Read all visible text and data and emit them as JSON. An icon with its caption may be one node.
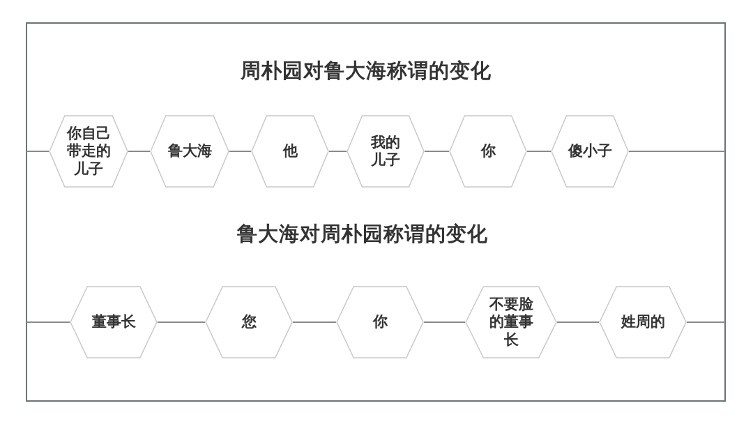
{
  "diagram": {
    "title": "周朴园对鲁大海称谓的变化",
    "nodes": [
      {
        "text": [
          "你自己带走的儿子"
        ]
      },
      {
        "text": [
          "鲁大海"
        ]
      },
      {
        "text": [
          "他"
        ]
      },
      {
        "text": [
          "我的儿子"
        ]
      },
      {
        "text": [
          "你"
        ]
      },
      {
        "text": [
          "傻小子"
        ]
      },
      {
        "text": [
          "董事长"
        ]
      },
      {
        "text": [
          "您"
        ]
      },
      {
        "text": [
          "你"
        ]
      },
      {
        "text": [
          "不要脸的董事长"
        ]
      },
      {
        "text": [
          "姓周的"
        ]
      }
    ],
    "edges": [
      {
        "from": null,
        "to": 0,
        "arrow": "none"
      },
      {
        "from": 0,
        "to": 1,
        "arrow": "none"
      },
      {
        "from": 1,
        "to": 2,
        "arrow": "none"
      },
      {
        "from": 2,
        "to": 3,
        "arrow": "none"
      },
      {
        "from": 3,
        "to": 4,
        "arrow": "none"
      },
      {
        "from": 4,
        "to": 5,
        "arrow": "none"
      },
      {
        "from": 5,
        "to": null,
        "arrow": "none"
      },
      {
        "from": null,
        "to": 6,
        "arrow": "none"
      },
      {
        "from": 6,
        "to": 7,
        "arrow": "none"
      },
      {
        "from": 7,
        "to": 8,
        "arrow": "none"
      },
      {
        "from": 8,
        "to": 9,
        "arrow": "none"
      },
      {
        "from": 9,
        "to": 10,
        "arrow": "none"
      },
      {
        "from": 10,
        "to": null,
        "arrow": "none"
      }
    ],
    "labels": [
      "鲁大海对周朴园称谓的变化"
    ]
  }
}
